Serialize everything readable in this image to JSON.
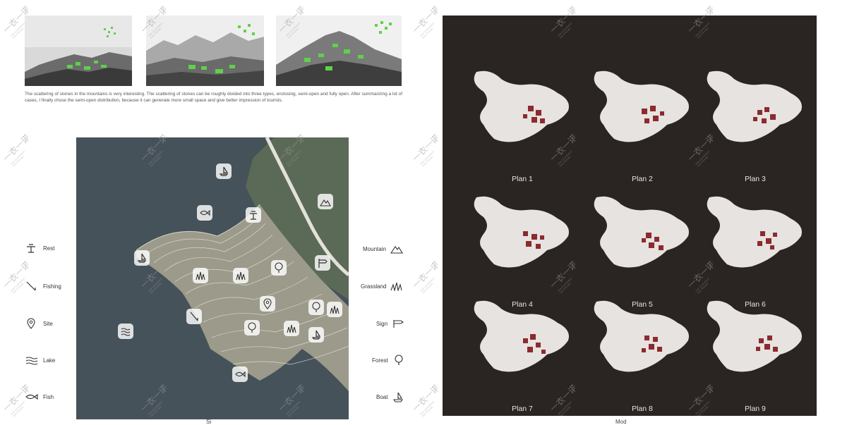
{
  "caption": "The scattering of stones in the mountains is very interesting. The scattering of stones can be roughly divided into three types, enclosing, semi-open and fully open. After summarizing a lot of cases, I finally chose the semi-open distribution, because it can generate more small space and give better impression of tourists.",
  "photos": [
    {
      "name": "mountain-village-photo"
    },
    {
      "name": "alpine-valley-photo"
    },
    {
      "name": "stone-hill-photo"
    }
  ],
  "legend_left": [
    {
      "label": "Rest",
      "icon": "rest-icon"
    },
    {
      "label": "Fishing",
      "icon": "fishing-icon"
    },
    {
      "label": "Site",
      "icon": "site-pin-icon"
    },
    {
      "label": "Lake",
      "icon": "lake-waves-icon"
    },
    {
      "label": "Fish",
      "icon": "fish-icon"
    }
  ],
  "legend_right": [
    {
      "label": "Mountain",
      "icon": "mountain-icon"
    },
    {
      "label": "Grassland",
      "icon": "grassland-icon"
    },
    {
      "label": "Sign",
      "icon": "sign-icon"
    },
    {
      "label": "Forest",
      "icon": "tree-icon"
    },
    {
      "label": "Boat",
      "icon": "boat-icon"
    }
  ],
  "map_caption_fragment": "Si",
  "model_caption_fragment": "Mod",
  "plans": [
    "Plan 1",
    "Plan 2",
    "Plan 3",
    "Plan 4",
    "Plan 5",
    "Plan 6",
    "Plan 7",
    "Plan 8",
    "Plan 9"
  ],
  "colors": {
    "highlight_green": "#5fd14a",
    "model_bg": "#2a2422",
    "model_white": "#e6e3e0",
    "block_red": "#8c2a2e",
    "lake": "#46525a"
  },
  "watermark": {
    "brand": "一衣一诺",
    "line1": "One Commission",
    "line2": "One Promise"
  }
}
